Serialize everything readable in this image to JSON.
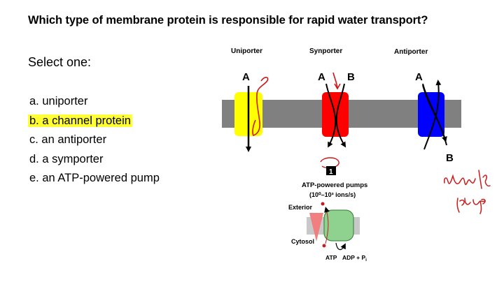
{
  "question": "Which type of membrane protein is responsible for rapid water transport?",
  "prompt": "Select one:",
  "options": [
    {
      "label": "a. uniporter",
      "selected": false
    },
    {
      "label": "b. a channel protein",
      "selected": true
    },
    {
      "label": "c. an antiporter",
      "selected": false
    },
    {
      "label": "d. a symporter",
      "selected": false
    },
    {
      "label": "e. an ATP-powered pump",
      "selected": false
    }
  ],
  "colors": {
    "highlight": "#ffff33",
    "membrane": "#808080",
    "uniporter": "#ffff00",
    "symporter": "#ff0000",
    "antiporter": "#0000ff",
    "annotation": "#cc1a1a",
    "pump_protein": "#8fd18f"
  },
  "diagram": {
    "uniporter_title": "Uniporter",
    "symporter_title": "Synporter",
    "antiporter_title": "Antiporter",
    "uniporter_a": "A",
    "symporter_a": "A",
    "symporter_b": "B",
    "antiporter_a": "A",
    "antiporter_b": "B",
    "badge": "1",
    "pump_title": "ATP-powered pumps",
    "pump_rate": "(10⁰–10³ ions/s)",
    "exterior": "Exterior",
    "cytosol": "Cytosol",
    "atp": "ATP",
    "adp": "ADP + P",
    "adp_sub": "i"
  }
}
